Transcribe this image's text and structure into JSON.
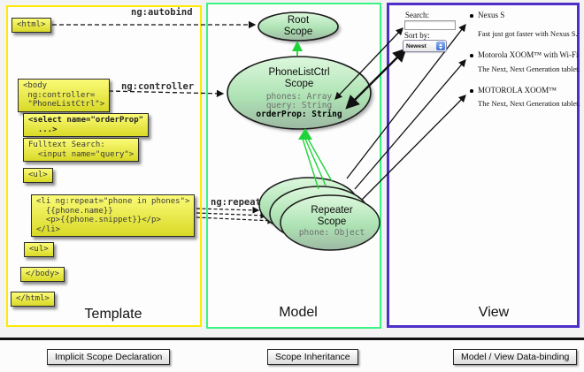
{
  "columns": {
    "template": {
      "label": "Template"
    },
    "model": {
      "label": "Model"
    },
    "view": {
      "label": "View"
    }
  },
  "annotations": {
    "autobind": "ng:autobind",
    "controller": "ng:controller",
    "repeat": "ng:repeat"
  },
  "code": {
    "html_open": "<html>",
    "body_open": "<body\n ng:controller=\n \"PhoneListCtrl\">",
    "select": "<select name=\"orderProp\"\n  ...>",
    "fulltext": "Fulltext Search:\n  <input name=\"query\">",
    "ul_open": "<ul>",
    "li_repeat": "<li ng:repeat=\"phone in phones\">\n  {{phone.name}}\n  <p>{{phone.snippet}}</p>\n</li>",
    "ul_close": "<ul>",
    "body_close": "</body>",
    "html_close": "</html>"
  },
  "scopes": {
    "root": {
      "title": "Root\nScope"
    },
    "phone_list": {
      "title": "PhoneListCtrl\nScope",
      "prop_phones": "phones: Array",
      "prop_query": "query: String",
      "prop_order": "orderProp: String"
    },
    "repeater": {
      "title": "Repeater\nScope",
      "prop": "phone: Object"
    }
  },
  "view": {
    "search_label": "Search:",
    "sort_label": "Sort by:",
    "sort_value": "Newest",
    "items": [
      {
        "title": "Nexus S",
        "desc": "Fast just got faster with Nexus S."
      },
      {
        "title": "Motorola XOOM™ with Wi-Fi",
        "desc": "The Next, Next Generation tablet."
      },
      {
        "title": "MOTOROLA XOOM™",
        "desc": "The Next, Next Generation tablet."
      }
    ]
  },
  "legend": {
    "implicit": "Implicit Scope Declaration",
    "inheritance": "Scope Inheritance",
    "binding": "Model / View Data-binding"
  },
  "colors": {
    "template_border": "#ffe900",
    "model_border": "#3bf583",
    "view_border": "#4e2fc8",
    "arrow_green": "#1fd438",
    "arrow_black": "#111111",
    "code_box_yellow": "#e8e84a",
    "scope_fill_top": "#d9f6d9",
    "scope_fill_bottom": "#9dbda4"
  }
}
